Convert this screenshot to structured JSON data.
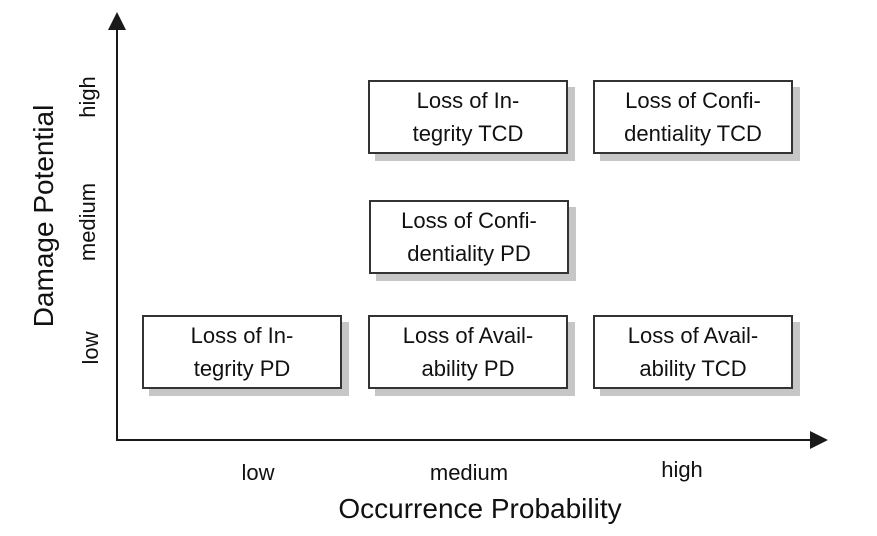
{
  "figure": {
    "type": "risk-matrix-diagram",
    "x_axis": {
      "title": "Occurrence Probability",
      "ticks": [
        "low",
        "medium",
        "high"
      ]
    },
    "y_axis": {
      "title": "Damage Potential",
      "ticks": [
        "low",
        "medium",
        "high"
      ]
    },
    "nodes": [
      {
        "label": "Loss of Integrity TCD",
        "line1": "Loss of In-",
        "line2": "tegrity TCD",
        "x": "medium",
        "y": "high"
      },
      {
        "label": "Loss of Confidentiality TCD",
        "line1": "Loss of Confi-",
        "line2": "dentiality TCD",
        "x": "high",
        "y": "high"
      },
      {
        "label": "Loss of Confidentiality PD",
        "line1": "Loss of Confi-",
        "line2": "dentiality PD",
        "x": "medium",
        "y": "medium"
      },
      {
        "label": "Loss of Integrity PD",
        "line1": "Loss of In-",
        "line2": "tegrity PD",
        "x": "low",
        "y": "low"
      },
      {
        "label": "Loss of Availability PD",
        "line1": "Loss of Avail-",
        "line2": "ability PD",
        "x": "medium",
        "y": "low"
      },
      {
        "label": "Loss of Availability TCD",
        "line1": "Loss of Avail-",
        "line2": "ability TCD",
        "x": "high",
        "y": "low"
      }
    ],
    "colors": {
      "text": "#111111",
      "axis": "#1a1a1a",
      "box_border": "#333333",
      "box_fill": "#ffffff",
      "box_shadow": "#c6c6c6",
      "background": "#ffffff"
    }
  }
}
